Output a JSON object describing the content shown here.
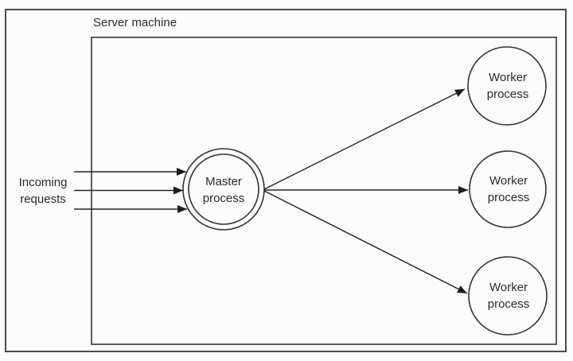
{
  "diagram": {
    "outer_label": "Server machine",
    "incoming": {
      "label": "Incoming\nrequests",
      "arrow_count": 3
    },
    "master": {
      "label": "Master\nprocess",
      "shape": "double-circle"
    },
    "workers": [
      {
        "label": "Worker\nprocess"
      },
      {
        "label": "Worker\nprocess"
      },
      {
        "label": "Worker\nprocess"
      }
    ],
    "dispatch_arrow_count": 3,
    "colors": {
      "background": "#fcfcfc",
      "line": "#2b2b2b",
      "outer_frame": "#4a4a4a",
      "text": "#2a2a2a"
    }
  }
}
